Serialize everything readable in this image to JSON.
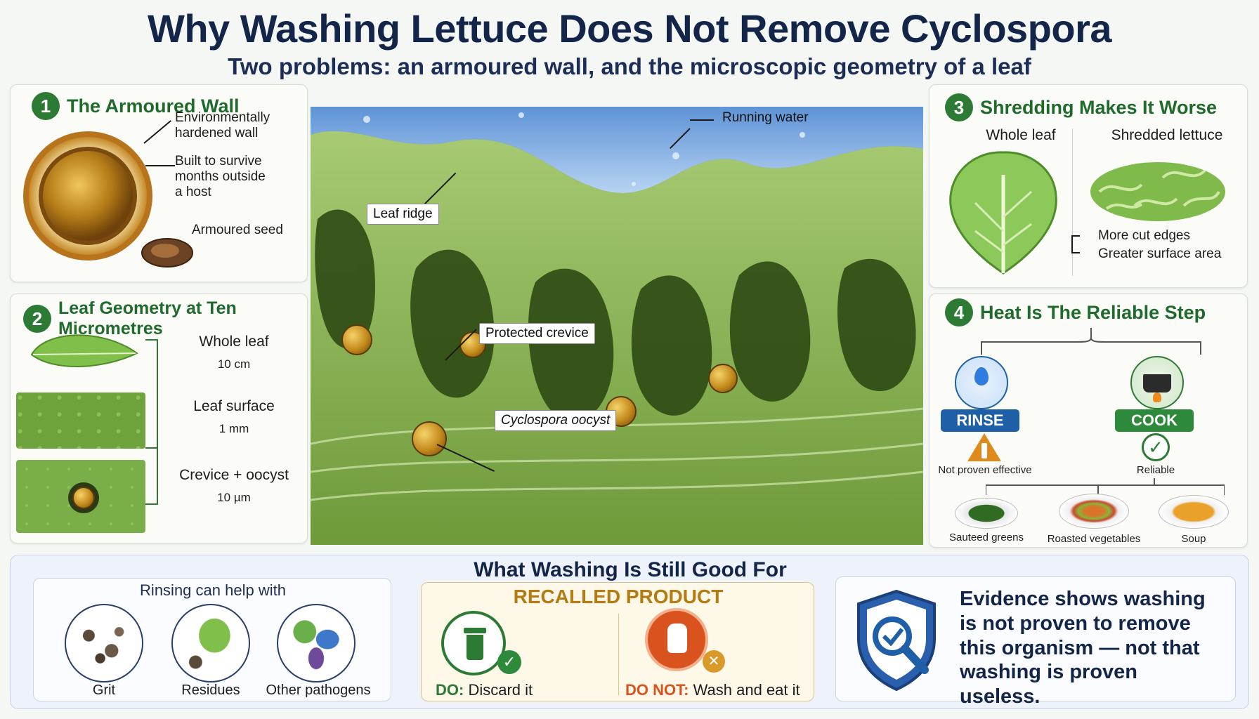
{
  "header": {
    "title": "Why Washing Lettuce Does Not Remove Cyclospora",
    "subtitle": "Two problems: an armoured wall, and the microscopic geometry of a leaf"
  },
  "panel1": {
    "number": "1",
    "title": "The Armoured Wall",
    "label_wall": "Environmentally hardened wall",
    "label_survive": "Built to survive months outside a host",
    "label_seed": "Armoured seed"
  },
  "panel2": {
    "number": "2",
    "title": "Leaf Geometry at Ten Micrometres",
    "rows": [
      {
        "label": "Whole leaf",
        "scale": "10 cm"
      },
      {
        "label": "Leaf surface",
        "scale": "1 mm"
      },
      {
        "label": "Crevice + oocyst",
        "scale": "10 µm"
      }
    ]
  },
  "center": {
    "running_water": "Running water",
    "leaf_ridge": "Leaf ridge",
    "protected_crevice": "Protected crevice",
    "oocyst": "Cyclospora oocyst"
  },
  "panel3": {
    "number": "3",
    "title": "Shredding Makes It Worse",
    "whole": "Whole leaf",
    "shredded": "Shredded lettuce",
    "note1": "More cut edges",
    "note2": "Greater surface area"
  },
  "panel4": {
    "number": "4",
    "title": "Heat Is The Reliable Step",
    "rinse": "RINSE",
    "cook": "COOK",
    "rinse_note": "Not proven effective",
    "cook_note": "Reliable",
    "dishes": [
      "Sauteed greens",
      "Roasted vegetables",
      "Soup"
    ]
  },
  "bottom": {
    "title": "What Washing Is Still Good For",
    "rinsing_title": "Rinsing can help with",
    "items": [
      "Grit",
      "Residues",
      "Other pathogens"
    ],
    "recalled_title": "RECALLED PRODUCT",
    "do_label": "DO:",
    "do_text": "Discard it",
    "donot_label": "DO NOT:",
    "donot_text": "Wash and eat it",
    "evidence": "Evidence shows washing is not proven to remove this organism — not that washing is proven useless."
  },
  "colors": {
    "navy": "#14254a",
    "green": "#2c7a33",
    "blue": "#1f5fa8",
    "orange": "#d9531e",
    "gold": "#b8860b"
  }
}
